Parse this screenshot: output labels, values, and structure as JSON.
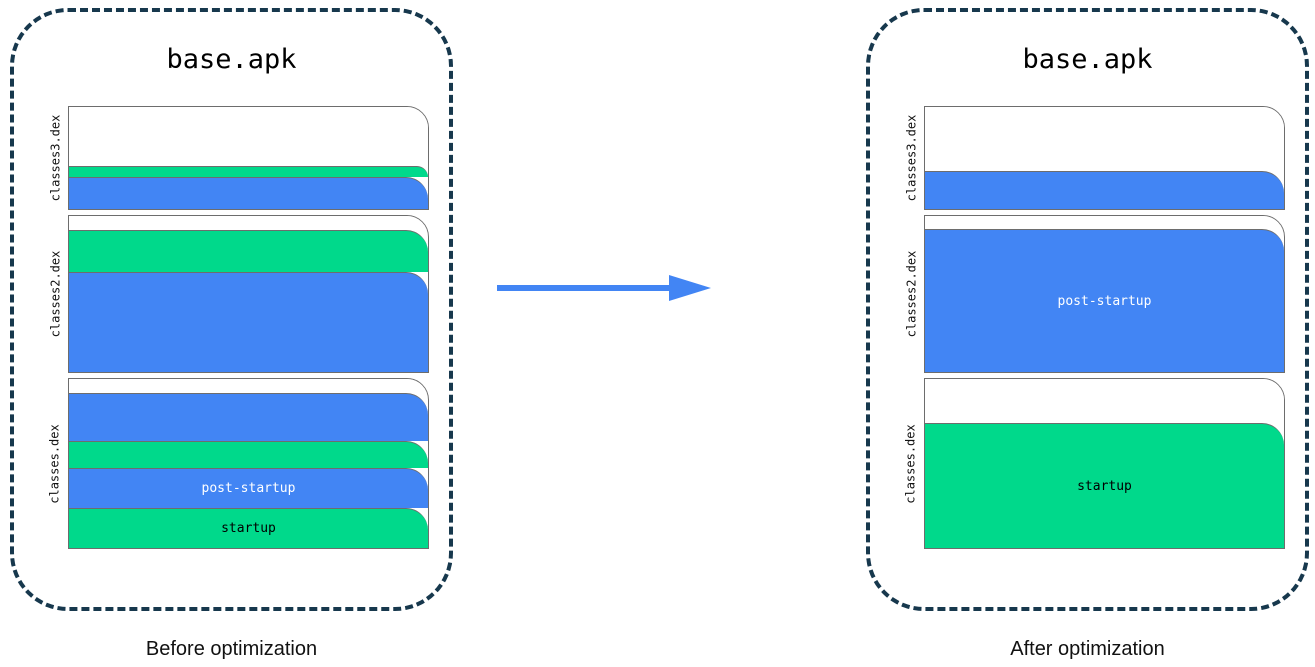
{
  "diagram": {
    "title_icon": "dex-layout-diagram",
    "colors": {
      "startup": "#00d98b",
      "post_startup": "#4285f4",
      "unused": "#ffffff",
      "container_border": "#17384d",
      "arrow": "#4285f4",
      "box_border": "#6d6d6d"
    },
    "arrow_icon": "right-arrow-icon"
  },
  "before": {
    "apk_title": "base.apk",
    "caption": "Before optimization",
    "dex_files": [
      {
        "label": "classes3.dex",
        "height_pct": 23.6,
        "segments": [
          {
            "kind": "unused",
            "label": "",
            "height_pct": 58.8
          },
          {
            "kind": "startup",
            "label": "",
            "height_pct": 10.1
          },
          {
            "kind": "post-startup",
            "label": "",
            "height_pct": 31.1
          }
        ]
      },
      {
        "label": "classes2.dex",
        "height_pct": 35.8,
        "segments": [
          {
            "kind": "unused",
            "label": "",
            "height_pct": 9.2
          },
          {
            "kind": "startup",
            "label": "",
            "height_pct": 26.2
          },
          {
            "kind": "post-startup",
            "label": "",
            "height_pct": 64.6
          }
        ]
      },
      {
        "label": "classes.dex",
        "height_pct": 38.6,
        "segments": [
          {
            "kind": "unused",
            "label": "",
            "height_pct": 8.5
          },
          {
            "kind": "post-startup",
            "label": "",
            "height_pct": 28.5
          },
          {
            "kind": "startup",
            "label": "",
            "height_pct": 15.5
          },
          {
            "kind": "post-startup",
            "label": "post-startup",
            "height_pct": 24.0
          },
          {
            "kind": "startup",
            "label": "startup",
            "height_pct": 23.5
          }
        ]
      }
    ]
  },
  "after": {
    "apk_title": "base.apk",
    "caption": "After optimization",
    "dex_files": [
      {
        "label": "classes3.dex",
        "height_pct": 23.6,
        "segments": [
          {
            "kind": "unused",
            "label": "",
            "height_pct": 63.5
          },
          {
            "kind": "post-startup",
            "label": "",
            "height_pct": 36.5
          }
        ]
      },
      {
        "label": "classes2.dex",
        "height_pct": 35.8,
        "segments": [
          {
            "kind": "unused",
            "label": "",
            "height_pct": 8.5
          },
          {
            "kind": "post-startup",
            "label": "post-startup",
            "height_pct": 91.5
          }
        ]
      },
      {
        "label": "classes.dex",
        "height_pct": 38.6,
        "segments": [
          {
            "kind": "unused",
            "label": "",
            "height_pct": 26.0
          },
          {
            "kind": "startup",
            "label": "startup",
            "height_pct": 74.0
          }
        ]
      }
    ]
  }
}
